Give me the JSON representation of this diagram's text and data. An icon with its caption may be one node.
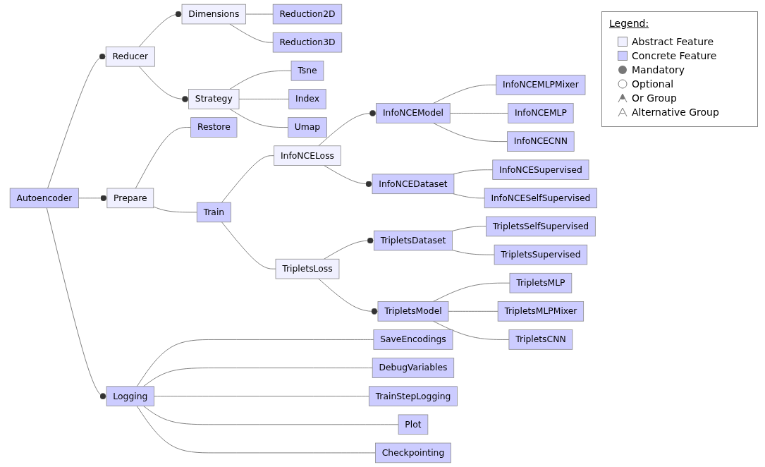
{
  "diagram": {
    "nodes": [
      {
        "text": [
          "Autoencoder"
        ]
      },
      {
        "text": [
          "Reducer"
        ]
      },
      {
        "text": [
          "Dimensions"
        ]
      },
      {
        "text": [
          "Reduction2D"
        ]
      },
      {
        "text": [
          "Reduction3D"
        ]
      },
      {
        "text": [
          "Strategy"
        ]
      },
      {
        "text": [
          "Tsne"
        ]
      },
      {
        "text": [
          "Index"
        ]
      },
      {
        "text": [
          "Umap"
        ]
      },
      {
        "text": [
          "Prepare"
        ]
      },
      {
        "text": [
          "Restore"
        ]
      },
      {
        "text": [
          "Train"
        ]
      },
      {
        "text": [
          "InfoNCELoss"
        ]
      },
      {
        "text": [
          "InfoNCEModel"
        ]
      },
      {
        "text": [
          "InfoNCEMLPMixer"
        ]
      },
      {
        "text": [
          "InfoNCEMLP"
        ]
      },
      {
        "text": [
          "InfoNCECNN"
        ]
      },
      {
        "text": [
          "InfoNCEDataset"
        ]
      },
      {
        "text": [
          "InfoNCESupervised"
        ]
      },
      {
        "text": [
          "InfoNCESelfSupervised"
        ]
      },
      {
        "text": [
          "TripletsLoss"
        ]
      },
      {
        "text": [
          "TripletsDataset"
        ]
      },
      {
        "text": [
          "TripletsSelfSupervised"
        ]
      },
      {
        "text": [
          "TripletsSupervised"
        ]
      },
      {
        "text": [
          "TripletsModel"
        ]
      },
      {
        "text": [
          "TripletsMLP"
        ]
      },
      {
        "text": [
          "TripletsMLPMixer"
        ]
      },
      {
        "text": [
          "TripletsCNN"
        ]
      },
      {
        "text": [
          "Logging"
        ]
      },
      {
        "text": [
          "SaveEncodings"
        ]
      },
      {
        "text": [
          "DebugVariables"
        ]
      },
      {
        "text": [
          "TrainStepLogging"
        ]
      },
      {
        "text": [
          "Plot"
        ]
      },
      {
        "text": [
          "Checkpointing"
        ]
      }
    ],
    "edges": [
      {
        "from": 0,
        "to": 1,
        "arrow": "other"
      },
      {
        "from": 1,
        "to": 2,
        "arrow": "other"
      },
      {
        "from": 2,
        "to": 3,
        "arrow": "none"
      },
      {
        "from": 2,
        "to": 4,
        "arrow": "none"
      },
      {
        "from": 1,
        "to": 5,
        "arrow": "other"
      },
      {
        "from": 5,
        "to": 6,
        "arrow": "none"
      },
      {
        "from": 5,
        "to": 7,
        "arrow": "none"
      },
      {
        "from": 5,
        "to": 8,
        "arrow": "none"
      },
      {
        "from": 0,
        "to": 9,
        "arrow": "other"
      },
      {
        "from": 9,
        "to": 10,
        "arrow": "none"
      },
      {
        "from": 9,
        "to": 11,
        "arrow": "none"
      },
      {
        "from": 11,
        "to": 12,
        "arrow": "none"
      },
      {
        "from": 12,
        "to": 13,
        "arrow": "other"
      },
      {
        "from": 13,
        "to": 14,
        "arrow": "none"
      },
      {
        "from": 13,
        "to": 15,
        "arrow": "none"
      },
      {
        "from": 13,
        "to": 16,
        "arrow": "none"
      },
      {
        "from": 12,
        "to": 17,
        "arrow": "other"
      },
      {
        "from": 17,
        "to": 18,
        "arrow": "none"
      },
      {
        "from": 17,
        "to": 19,
        "arrow": "none"
      },
      {
        "from": 11,
        "to": 20,
        "arrow": "none"
      },
      {
        "from": 20,
        "to": 21,
        "arrow": "other"
      },
      {
        "from": 21,
        "to": 22,
        "arrow": "none"
      },
      {
        "from": 21,
        "to": 23,
        "arrow": "none"
      },
      {
        "from": 20,
        "to": 24,
        "arrow": "other"
      },
      {
        "from": 24,
        "to": 25,
        "arrow": "none"
      },
      {
        "from": 24,
        "to": 26,
        "arrow": "none"
      },
      {
        "from": 24,
        "to": 27,
        "arrow": "none"
      },
      {
        "from": 0,
        "to": 28,
        "arrow": "other"
      },
      {
        "from": 28,
        "to": 29,
        "arrow": "none"
      },
      {
        "from": 28,
        "to": 30,
        "arrow": "none"
      },
      {
        "from": 28,
        "to": 31,
        "arrow": "none"
      },
      {
        "from": 28,
        "to": 32,
        "arrow": "none"
      },
      {
        "from": 28,
        "to": 33,
        "arrow": "none"
      }
    ],
    "labels": [
      "Legend:"
    ],
    "legend": [
      {
        "text": "Abstract Feature",
        "color": "#f0f0ff"
      },
      {
        "text": "Concrete Feature",
        "color": "#ccccff"
      },
      {
        "text": "Mandatory"
      },
      {
        "text": "Optional"
      },
      {
        "text": "Or Group"
      },
      {
        "text": "Alternative Group"
      }
    ]
  }
}
